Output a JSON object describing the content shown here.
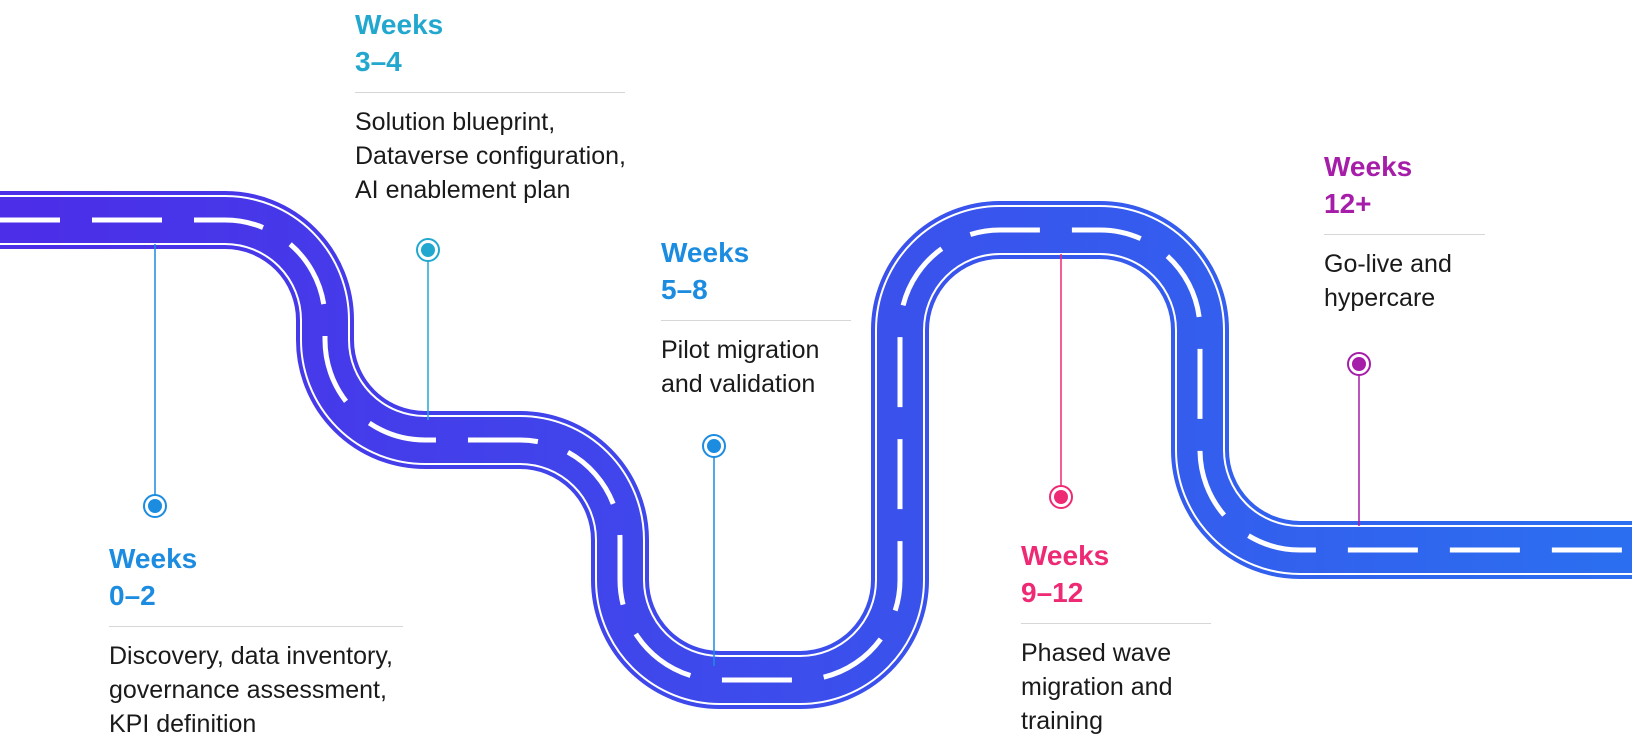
{
  "colors": {
    "road_gradient_start": "#4c2de8",
    "road_gradient_end": "#2b6ff0",
    "road_dash": "#ffffff",
    "rule": "#d6d6d6",
    "text": "#1a1a1a"
  },
  "milestones": [
    {
      "weeks_word": "Weeks",
      "weeks_range": "0–2",
      "description": [
        "Discovery, data inventory,",
        "governance assessment,",
        "KPI definition"
      ],
      "color": "#1b8ce0",
      "pin_icon": "map-pin-icon"
    },
    {
      "weeks_word": "Weeks",
      "weeks_range": "3–4",
      "description": [
        "Solution blueprint,",
        "Dataverse configuration,",
        "AI enablement plan"
      ],
      "color": "#22a8cf",
      "pin_icon": "map-pin-icon"
    },
    {
      "weeks_word": "Weeks",
      "weeks_range": "5–8",
      "description": [
        "Pilot migration",
        "and validation"
      ],
      "color": "#1b8ce0",
      "pin_icon": "map-pin-icon"
    },
    {
      "weeks_word": "Weeks",
      "weeks_range": "9–12",
      "description": [
        "Phased wave",
        "migration and",
        "training"
      ],
      "color": "#ee2a74",
      "pin_icon": "map-pin-icon"
    },
    {
      "weeks_word": "Weeks",
      "weeks_range": "12+",
      "description": [
        "Go-live and",
        "hypercare"
      ],
      "color": "#a51da8",
      "pin_icon": "map-pin-icon"
    }
  ]
}
